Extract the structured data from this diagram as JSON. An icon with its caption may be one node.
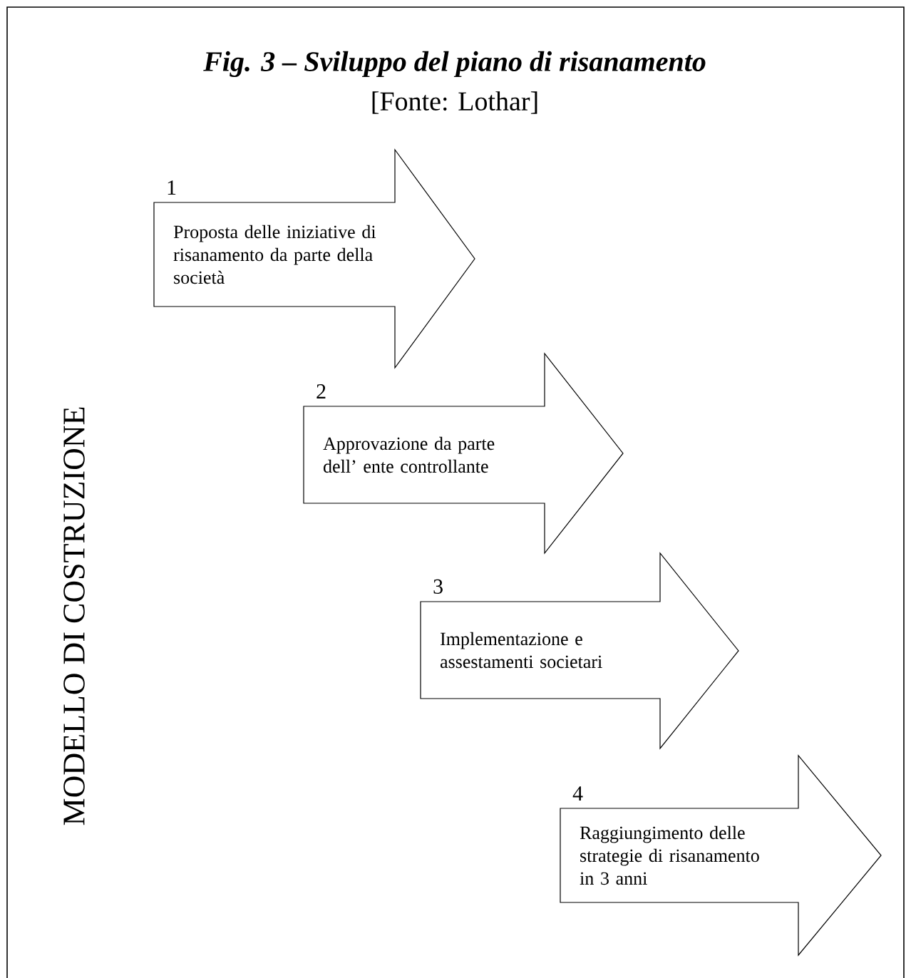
{
  "diagram": {
    "title": "Fig. 3 – Sviluppo del piano di risanamento",
    "nodes": [
      {
        "text": [
          "Proposta delle iniziative di risanamento da parte della società"
        ],
        "beside": [
          "1"
        ]
      },
      {
        "text": [
          "Approvazione da parte dell’ ente controllante"
        ],
        "beside": [
          "2"
        ]
      },
      {
        "text": [
          "Implementazione e assestamenti societari"
        ],
        "beside": [
          "3"
        ]
      },
      {
        "text": [
          "Raggiungimento delle strategie di risanamento in 3 anni"
        ],
        "beside": [
          "4"
        ]
      }
    ],
    "edges": [],
    "labels": [
      "[Fonte: Lothar]",
      "MODELLO DI COSTRUZIONE"
    ]
  }
}
